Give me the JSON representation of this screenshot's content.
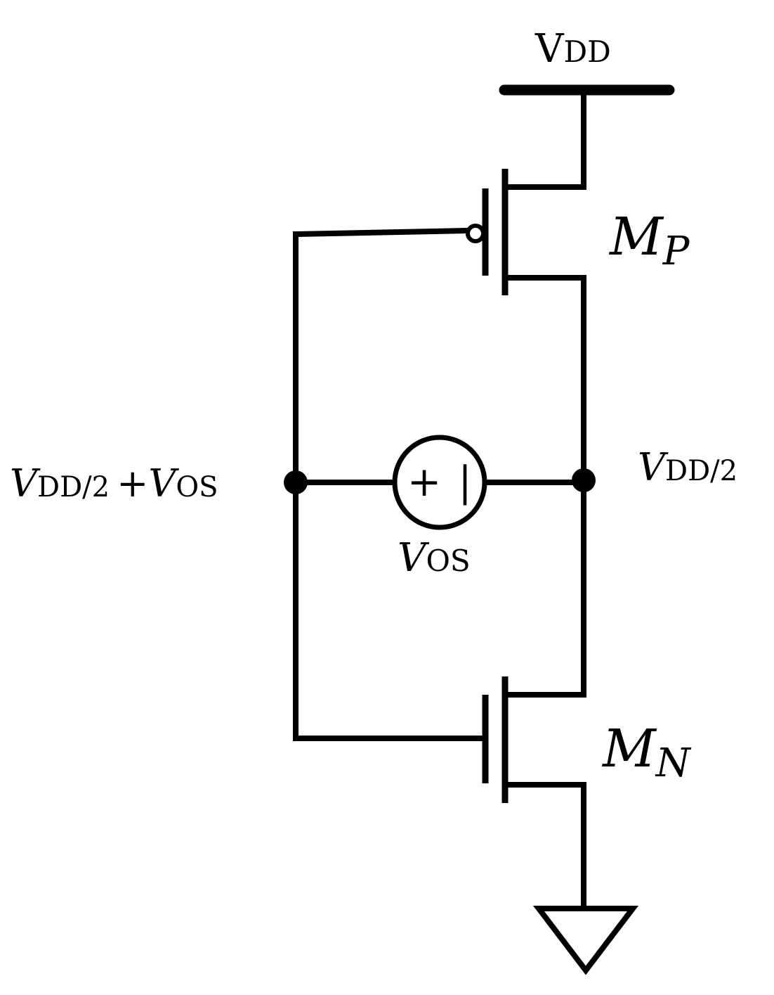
{
  "labels": {
    "vdd_main": "V",
    "vdd_sub": "DD",
    "mp_main": "M",
    "mp_sub": "P",
    "mn_main": "M",
    "mn_sub": "N",
    "out_node_main": "V",
    "out_node_sub": "DD/2",
    "in_node_main": "V",
    "in_node_sub": "DD/2",
    "in_node_plus": "+",
    "in_node_main2": "V",
    "in_node_sub2": "OS",
    "source_main": "V",
    "source_sub": "OS",
    "source_plus": "+",
    "source_minus": "|"
  },
  "components": [
    {
      "type": "supply-rail",
      "label": "VDD"
    },
    {
      "type": "pmos",
      "label": "MP"
    },
    {
      "type": "nmos",
      "label": "MN"
    },
    {
      "type": "voltage-source",
      "label": "VOS"
    },
    {
      "type": "ground"
    }
  ],
  "colors": {
    "stroke": "#000000",
    "background": "#ffffff"
  }
}
